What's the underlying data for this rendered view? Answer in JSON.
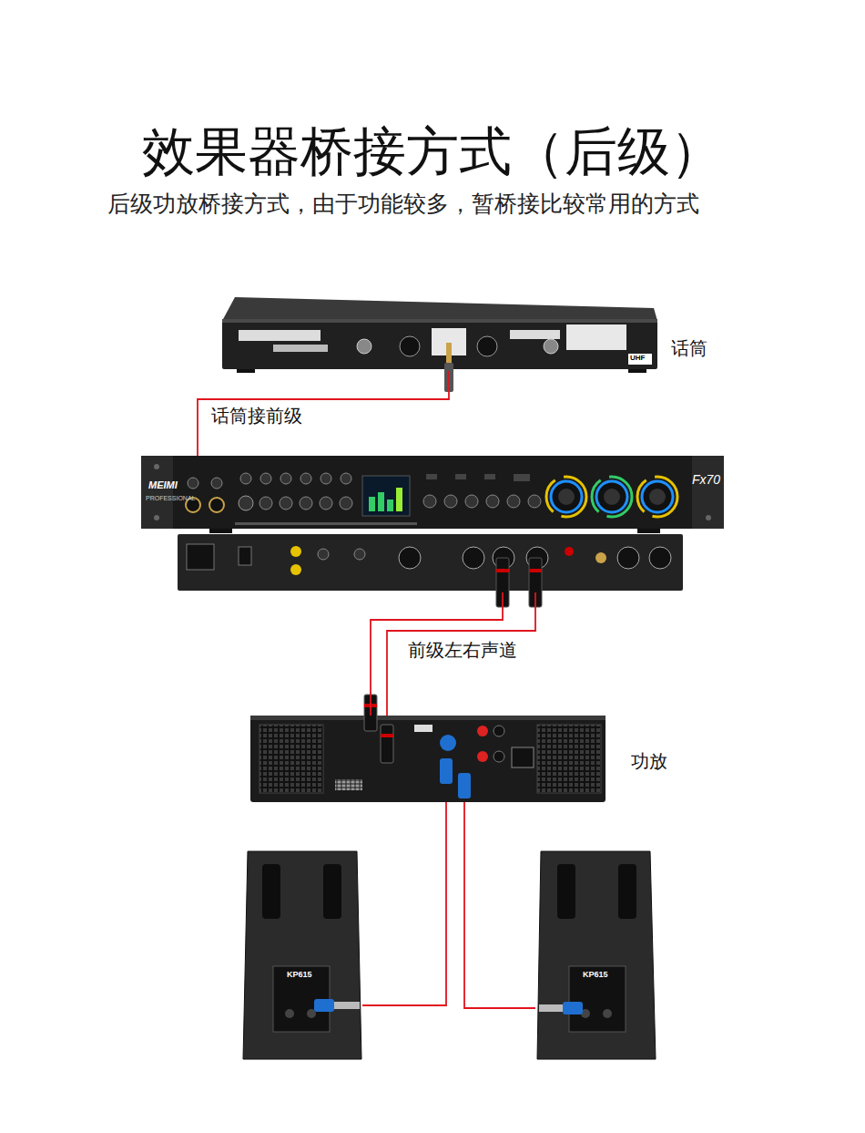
{
  "diagram": {
    "title": "效果器桥接方式（后级）",
    "caption": "后级功放桥接方式，由于功能较多，暂桥接比较常用的方式",
    "nodes": [
      {
        "text": [
          "话筒"
        ]
      },
      {
        "text": [
          "MEIMI",
          "Fx70"
        ]
      },
      {
        "text": [
          "功放"
        ]
      },
      {
        "text": [
          "KP615"
        ]
      },
      {
        "text": [
          "KP615"
        ]
      }
    ],
    "edges": [
      {
        "from": 0,
        "to": 1,
        "label": "话筒接前级",
        "arrow": "none"
      },
      {
        "from": 1,
        "to": 2,
        "label": "前级左右声道",
        "arrow": "none"
      },
      {
        "from": 1,
        "to": 2,
        "arrow": "none"
      },
      {
        "from": 2,
        "to": 3,
        "arrow": "none"
      },
      {
        "from": 2,
        "to": 4,
        "arrow": "none"
      }
    ],
    "labels": [
      "PROFESSIONAL",
      "UHF"
    ]
  }
}
